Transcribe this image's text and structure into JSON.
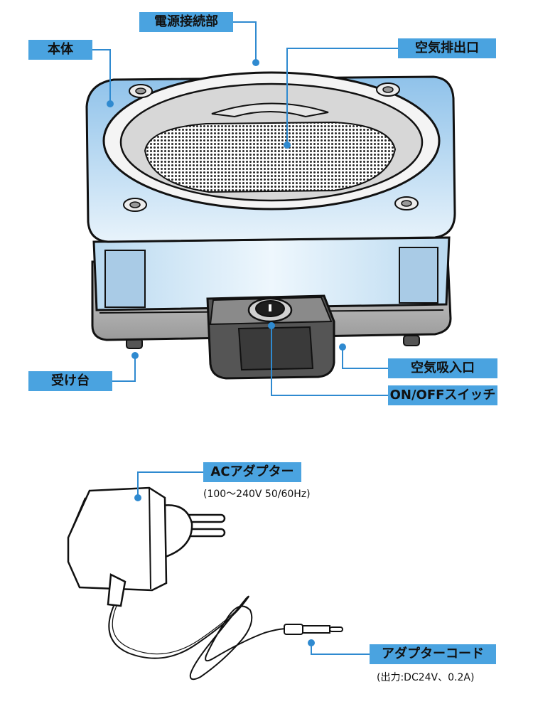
{
  "device": {
    "labels": {
      "power_connector": "電源接続部",
      "main_body": "本体",
      "air_outlet": "空気排出口",
      "stand": "受け台",
      "air_inlet": "空気吸入口",
      "switch": "ON/OFFスイッチ"
    }
  },
  "adapter": {
    "label": "ACアダプター",
    "spec": "(100〜240V 50/60Hz)",
    "cord_label": "アダプターコード",
    "cord_spec": "(出力:DC24V、0.2A)"
  },
  "colors": {
    "label_bg": "#4aa3e0",
    "leader_line": "#2f8ad0",
    "body_fill": "#cfe4f3",
    "body_edge": "#111111",
    "base_fill": "#bdbdbd",
    "switch_fill": "#2a2a2a"
  }
}
